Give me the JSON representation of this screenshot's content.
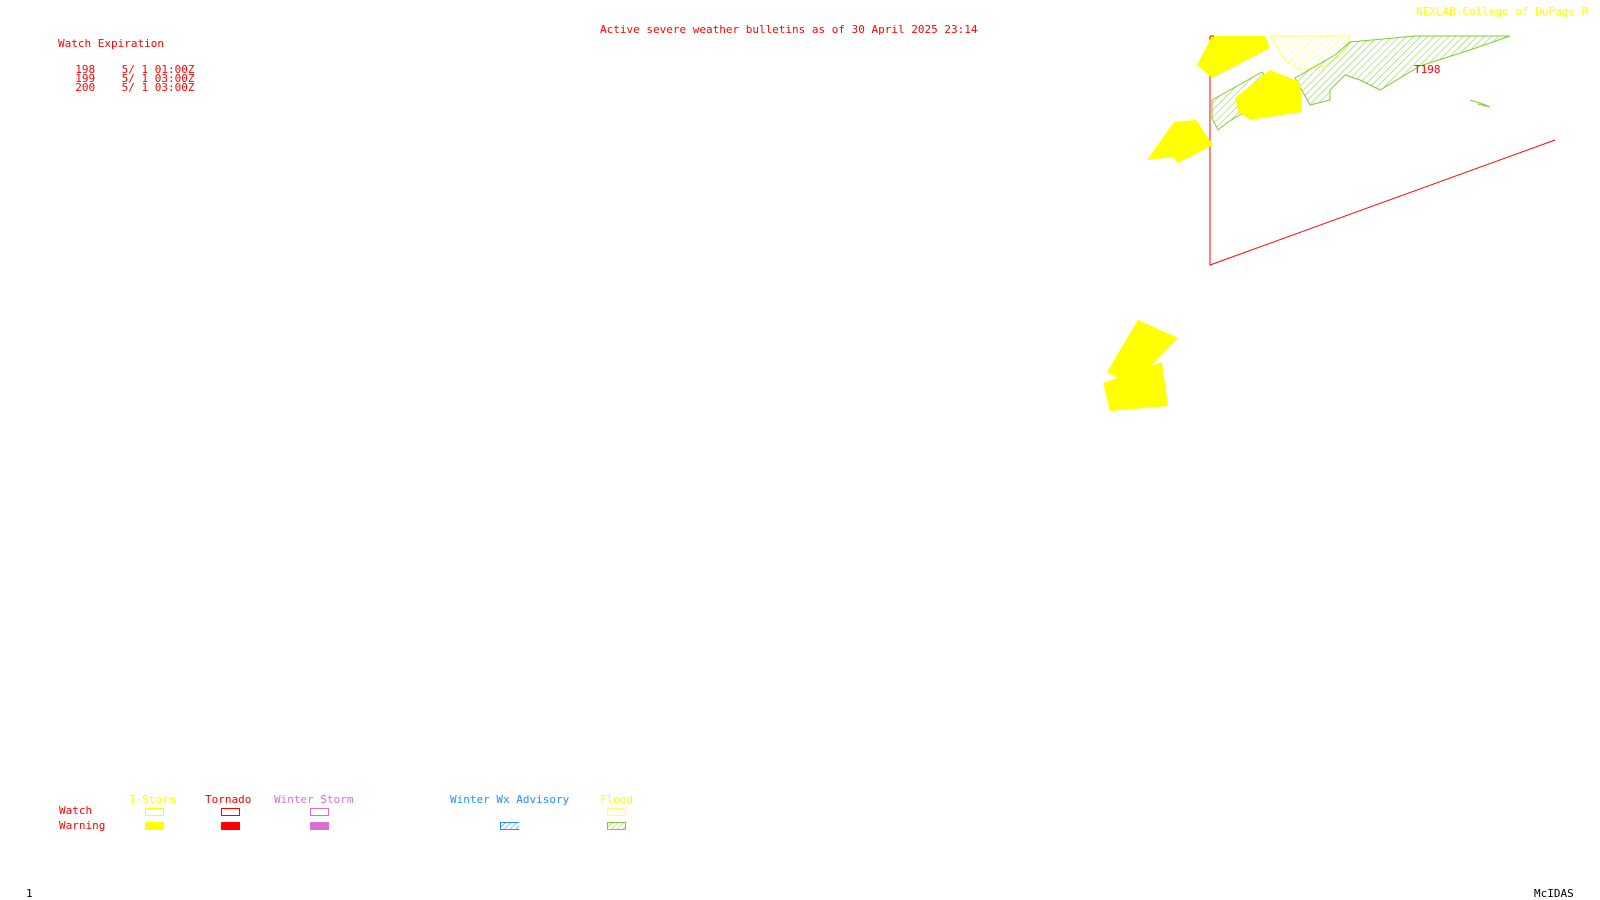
{
  "header": {
    "title": "Active severe weather bulletins as of 30 April 2025 23:14",
    "credit": "NEXLAB-College of DuPage R"
  },
  "watch_table": {
    "heading": "Watch Expiration",
    "rows": [
      {
        "id": "198",
        "expires": "5/ 1 01:00Z"
      },
      {
        "id": "199",
        "expires": "5/ 1 03:00Z"
      },
      {
        "id": "200",
        "expires": "5/ 1 03:00Z"
      }
    ]
  },
  "map": {
    "watch_label": "T198",
    "colors": {
      "tstorm_warning": "#ffff00",
      "tornado": "#ff0000",
      "flood": "#7ccd32",
      "flood_watch": "#ffff66",
      "winter_storm": "#da70d6",
      "winter_advisory": "#1e90ff"
    }
  },
  "legend": {
    "row_watch": "Watch",
    "row_warning": "Warning",
    "tstorm": "T-Storm",
    "tornado": "Tornado",
    "winter_storm": "Winter Storm",
    "winter_wx_advisory": "Winter Wx Advisory",
    "flood": "Flood"
  },
  "footer": {
    "frame_number": "1",
    "software": "McIDAS"
  }
}
